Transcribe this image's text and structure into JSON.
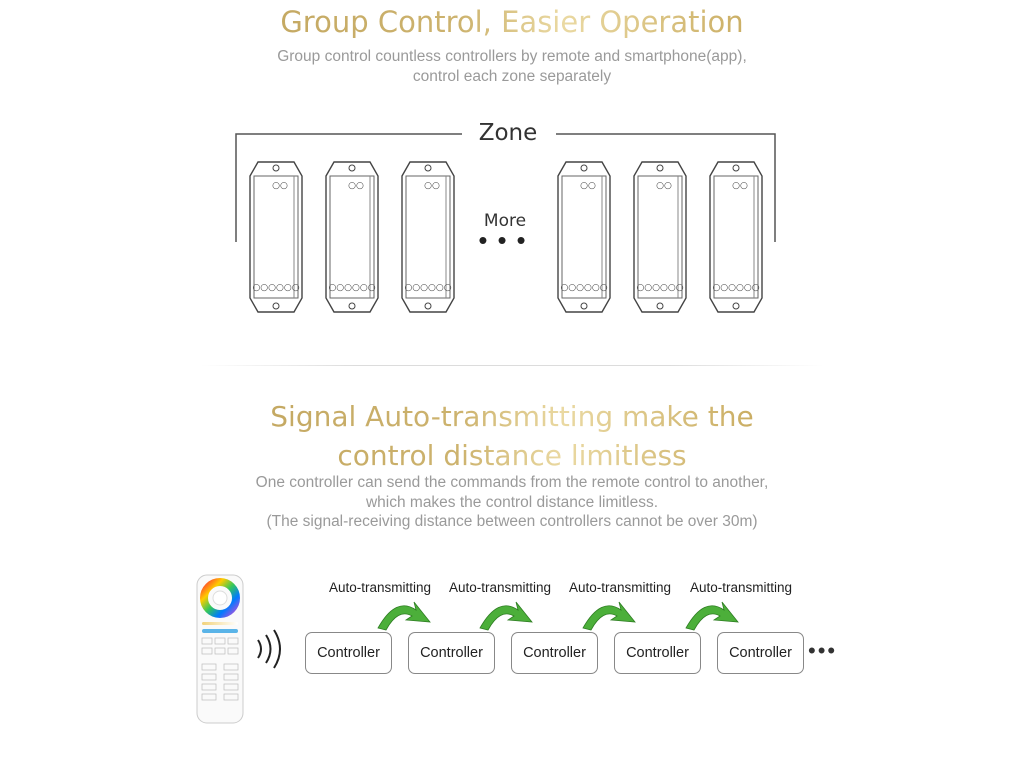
{
  "section1": {
    "title": "Group Control, Easier Operation",
    "subtitle_line1": "Group control countless controllers by remote and smartphone(app),",
    "subtitle_line2": "control each zone separately",
    "zone_label": "Zone",
    "more_label": "More",
    "more_dots": "•••",
    "device_port_label": "○○",
    "device_terminal_label": "○○○○○○",
    "device_count_visible": 6
  },
  "section2": {
    "title_line1": "Signal Auto-transmitting make the",
    "title_line2": "control distance limitless",
    "desc_line1": "One controller can send the commands from the remote control to another,",
    "desc_line2": "which makes the control distance limitless.",
    "desc_line3": "(The signal-receiving distance between controllers cannot be over 30m)",
    "relay_labels": [
      "Auto-transmitting",
      "Auto-transmitting",
      "Auto-transmitting",
      "Auto-transmitting"
    ],
    "controllers": [
      "Controller",
      "Controller",
      "Controller",
      "Controller",
      "Controller"
    ],
    "trailing_dots": "•••",
    "icons": [
      "remote-control-icon",
      "wireless-signal-icon",
      "curved-arrow-icon"
    ]
  },
  "colors": {
    "heading_gold": "#c7a95d",
    "subtitle_gray": "#9a9a9a",
    "arrow_green": "#4caf3a",
    "line_dark": "#555555"
  }
}
